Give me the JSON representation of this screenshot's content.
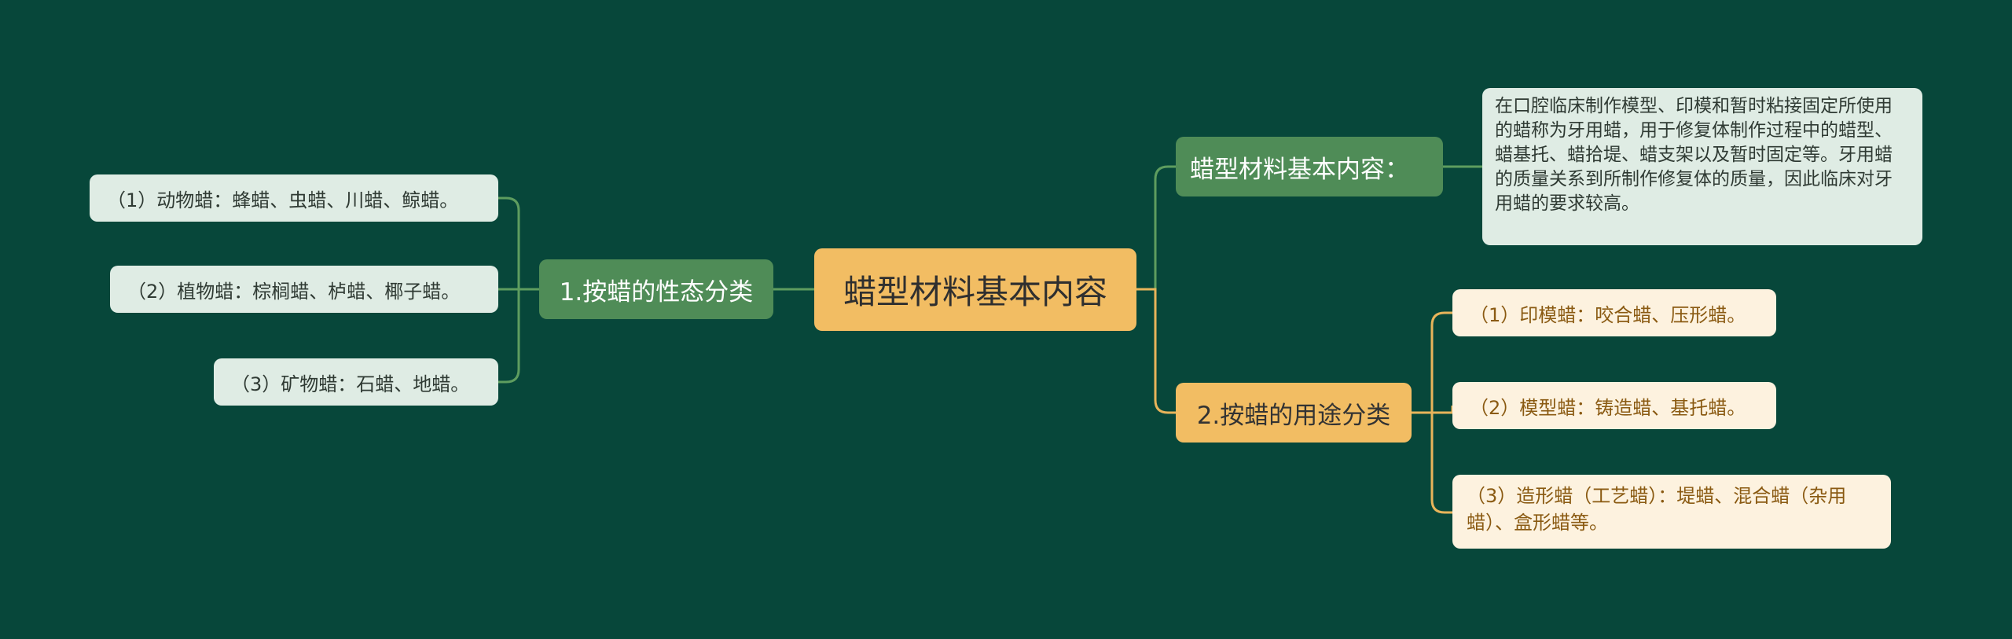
{
  "diagram": {
    "root": "蜡型材料基本内容",
    "branches": {
      "intro": {
        "label": "蜡型材料基本内容：",
        "text": "在口腔临床制作模型、印模和暂时粘接固定所使用的蜡称为牙用蜡，用于修复体制作过程中的蜡型、蜡基托、蜡拾堤、蜡支架以及暂时固定等。牙用蜡的质量关系到所制作修复体的质量，因此临床对牙用蜡的要求较高。"
      },
      "by_state": {
        "label": "1.按蜡的性态分类",
        "items": [
          "（1）动物蜡：蜂蜡、虫蜡、川蜡、鲸蜡。",
          "（2）植物蜡：棕榈蜡、栌蜡、椰子蜡。",
          "（3）矿物蜡：石蜡、地蜡。"
        ]
      },
      "by_use": {
        "label": "2.按蜡的用途分类",
        "items": [
          "（1）印模蜡：咬合蜡、压形蜡。",
          "（2）模型蜡：铸造蜡、基托蜡。",
          "（3）造形蜡（工艺蜡）：堤蜡、混合蜡（杂用蜡）、盒形蜡等。"
        ]
      }
    }
  },
  "colors": {
    "background": "#07473a",
    "root_fill": "#f2bd63",
    "green_branch": "#4f8c57",
    "green_leaf": "#dfece4",
    "orange_leaf": "#fdf2df",
    "green_line": "#5e9d5f",
    "orange_line": "#e8b45a"
  }
}
